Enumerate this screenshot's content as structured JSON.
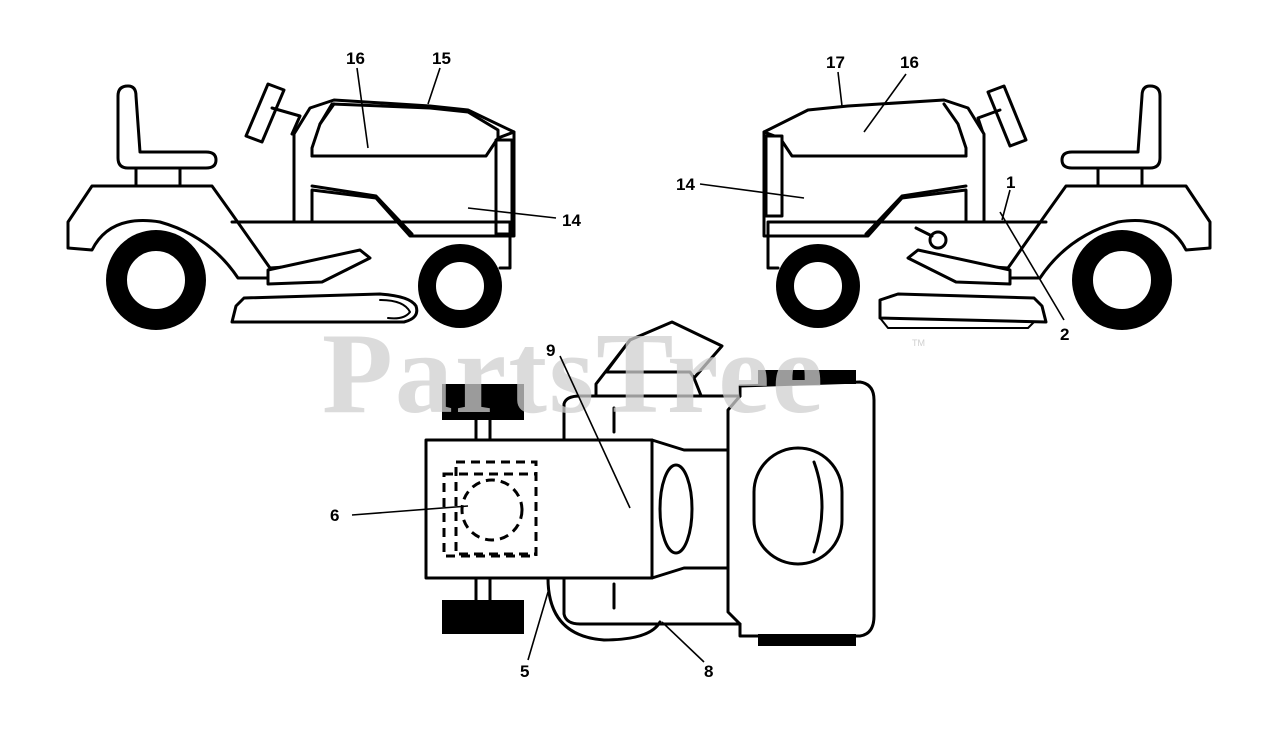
{
  "watermark": {
    "text": "PartsTree",
    "trademark": "TM"
  },
  "callouts": {
    "left_16": "16",
    "left_15": "15",
    "left_14": "14",
    "right_17": "17",
    "right_16": "16",
    "right_14": "14",
    "right_1": "1",
    "right_2": "2",
    "top_9": "9",
    "top_6": "6",
    "top_5": "5",
    "top_8": "8"
  }
}
